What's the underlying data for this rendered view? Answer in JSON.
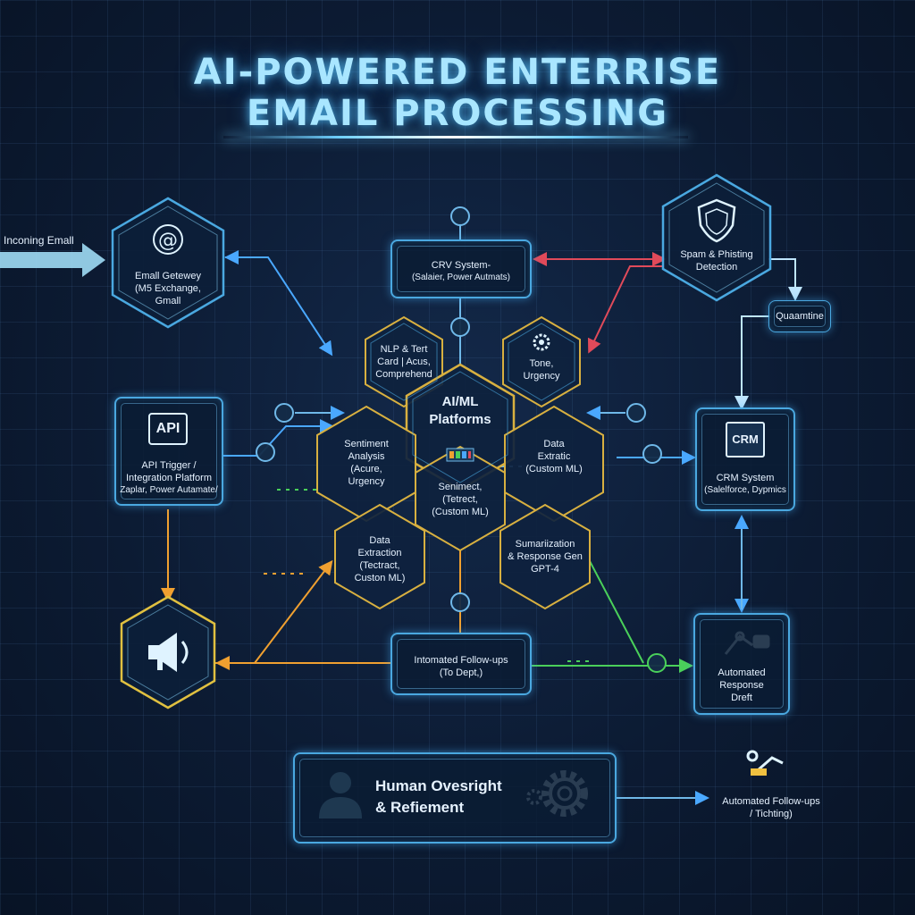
{
  "title": {
    "line1": "AI-POWERED ENTERRISE",
    "line2": "EMAIL PROCESSING"
  },
  "incoming_email": "Inconing Emall",
  "nodes": {
    "email_gateway": [
      "Emall Getewey",
      "(M5 Exchange,",
      "Gmall"
    ],
    "crm_top": [
      "CRV System-",
      "(Salaier, Power Autmats)"
    ],
    "spam": [
      "Spam & Phisting",
      "Detection"
    ],
    "quarantine": "Quaamtine",
    "api_label": "API",
    "api_trigger": [
      "API Trigger /",
      "Integration Platform",
      "Zaplar, Power Autamate/"
    ],
    "crm_right_icon": "CRM",
    "crm_right": [
      "CRM System",
      "(Salelforce, Dypmics"
    ],
    "response_draft": [
      "Automated",
      "Response",
      "Dreft"
    ],
    "follow_ups_mid": [
      "Intomated Follow-ups",
      "(To Dept,)"
    ],
    "human": [
      "Human Ovesright",
      "& Refiement"
    ],
    "follow_ups_right": [
      "Automated Follow-ups",
      "/ Tichting)"
    ]
  },
  "hexes": {
    "nlp": [
      "NLP & Tert",
      "Card | Acus,",
      "Comprehend"
    ],
    "tone": [
      "Tone,",
      "Urgency"
    ],
    "center": [
      "AI/ML",
      "Platforms"
    ],
    "sentiment_left": [
      "Sentiment",
      "Analysis",
      "(Acure,",
      "Urgency"
    ],
    "data_extraction_right": [
      "Data",
      "Extratic",
      "(Custom ML)"
    ],
    "sentiment_center": [
      "Senimect,",
      "(Tetrect,",
      "(Custom ML)"
    ],
    "data_extraction_left": [
      "Data",
      "Extraction",
      "(Tectract,",
      "Custon ML)"
    ],
    "summarization": [
      "Sumariization",
      "& Response Gen",
      "GPT-4"
    ]
  },
  "icons": [
    "at-sign-icon",
    "shield-icon",
    "api-icon",
    "crm-document-icon",
    "megaphone-icon",
    "robot-arm-icon",
    "person-icon",
    "gear-icon",
    "settings-gear-icon",
    "small-gear-icon",
    "connector-icon"
  ],
  "colors": {
    "accent": "#4aa8e0",
    "title": "#a9e6ff",
    "red_arrow": "#e04a5a",
    "orange_arrow": "#f0a030",
    "green_arrow": "#4ad05a",
    "blue_arrow": "#4aa8ff",
    "hex_border": "#f0c040"
  }
}
